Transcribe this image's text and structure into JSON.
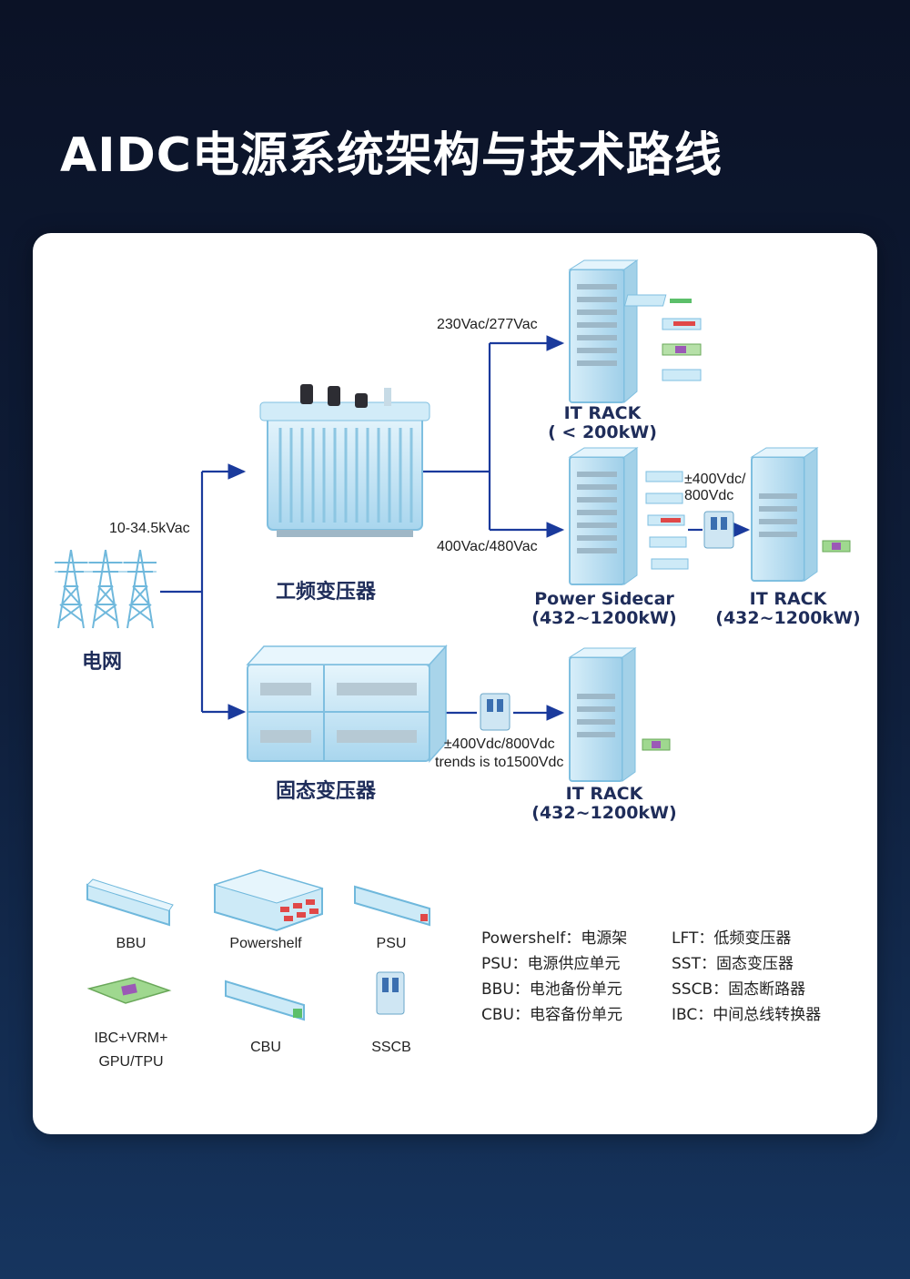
{
  "title": "AIDC电源系统架构与技术路线",
  "diagram": {
    "grid": {
      "label": "电网",
      "voltage": "10-34.5kVac"
    },
    "lft": {
      "label": "工频变压器"
    },
    "sst": {
      "label": "固态变压器"
    },
    "branch_ac": {
      "voltage": "230Vac/277Vac",
      "rack_name": "IT RACK",
      "rack_power": "( < 200kW)"
    },
    "branch_sidecar": {
      "voltage": "400Vac/480Vac",
      "sidecar_name": "Power Sidecar",
      "sidecar_power": "(432~1200kW)",
      "dc_voltage_1": "±400Vdc/",
      "dc_voltage_2": "800Vdc",
      "rack_name": "IT RACK",
      "rack_power": "(432~1200kW)"
    },
    "branch_sst": {
      "voltage_1": "±400Vdc/800Vdc",
      "voltage_2": "trends is to1500Vdc",
      "rack_name": "IT RACK",
      "rack_power": "(432~1200kW)"
    }
  },
  "legend": {
    "icons": [
      {
        "name": "BBU",
        "icon": "bbu-icon"
      },
      {
        "name": "Powershelf",
        "icon": "powershelf-icon"
      },
      {
        "name": "PSU",
        "icon": "psu-icon"
      },
      {
        "name": "IBC+VRM+",
        "name2": "GPU/TPU",
        "icon": "chip-board-icon"
      },
      {
        "name": "CBU",
        "icon": "cbu-icon"
      },
      {
        "name": "SSCB",
        "icon": "breaker-icon"
      }
    ],
    "abbreviations": [
      "Powershelf：电源架",
      "LFT：低频变压器",
      "PSU：电源供应单元",
      "SST：固态变压器",
      "BBU：电池备份单元",
      "SSCB：固态断路器",
      "CBU：电容备份单元",
      "IBC：中间总线转换器"
    ]
  },
  "colors": {
    "line": "#1a3a9c",
    "accent": "#1f2d5a",
    "glass": "#bfe3f5"
  }
}
